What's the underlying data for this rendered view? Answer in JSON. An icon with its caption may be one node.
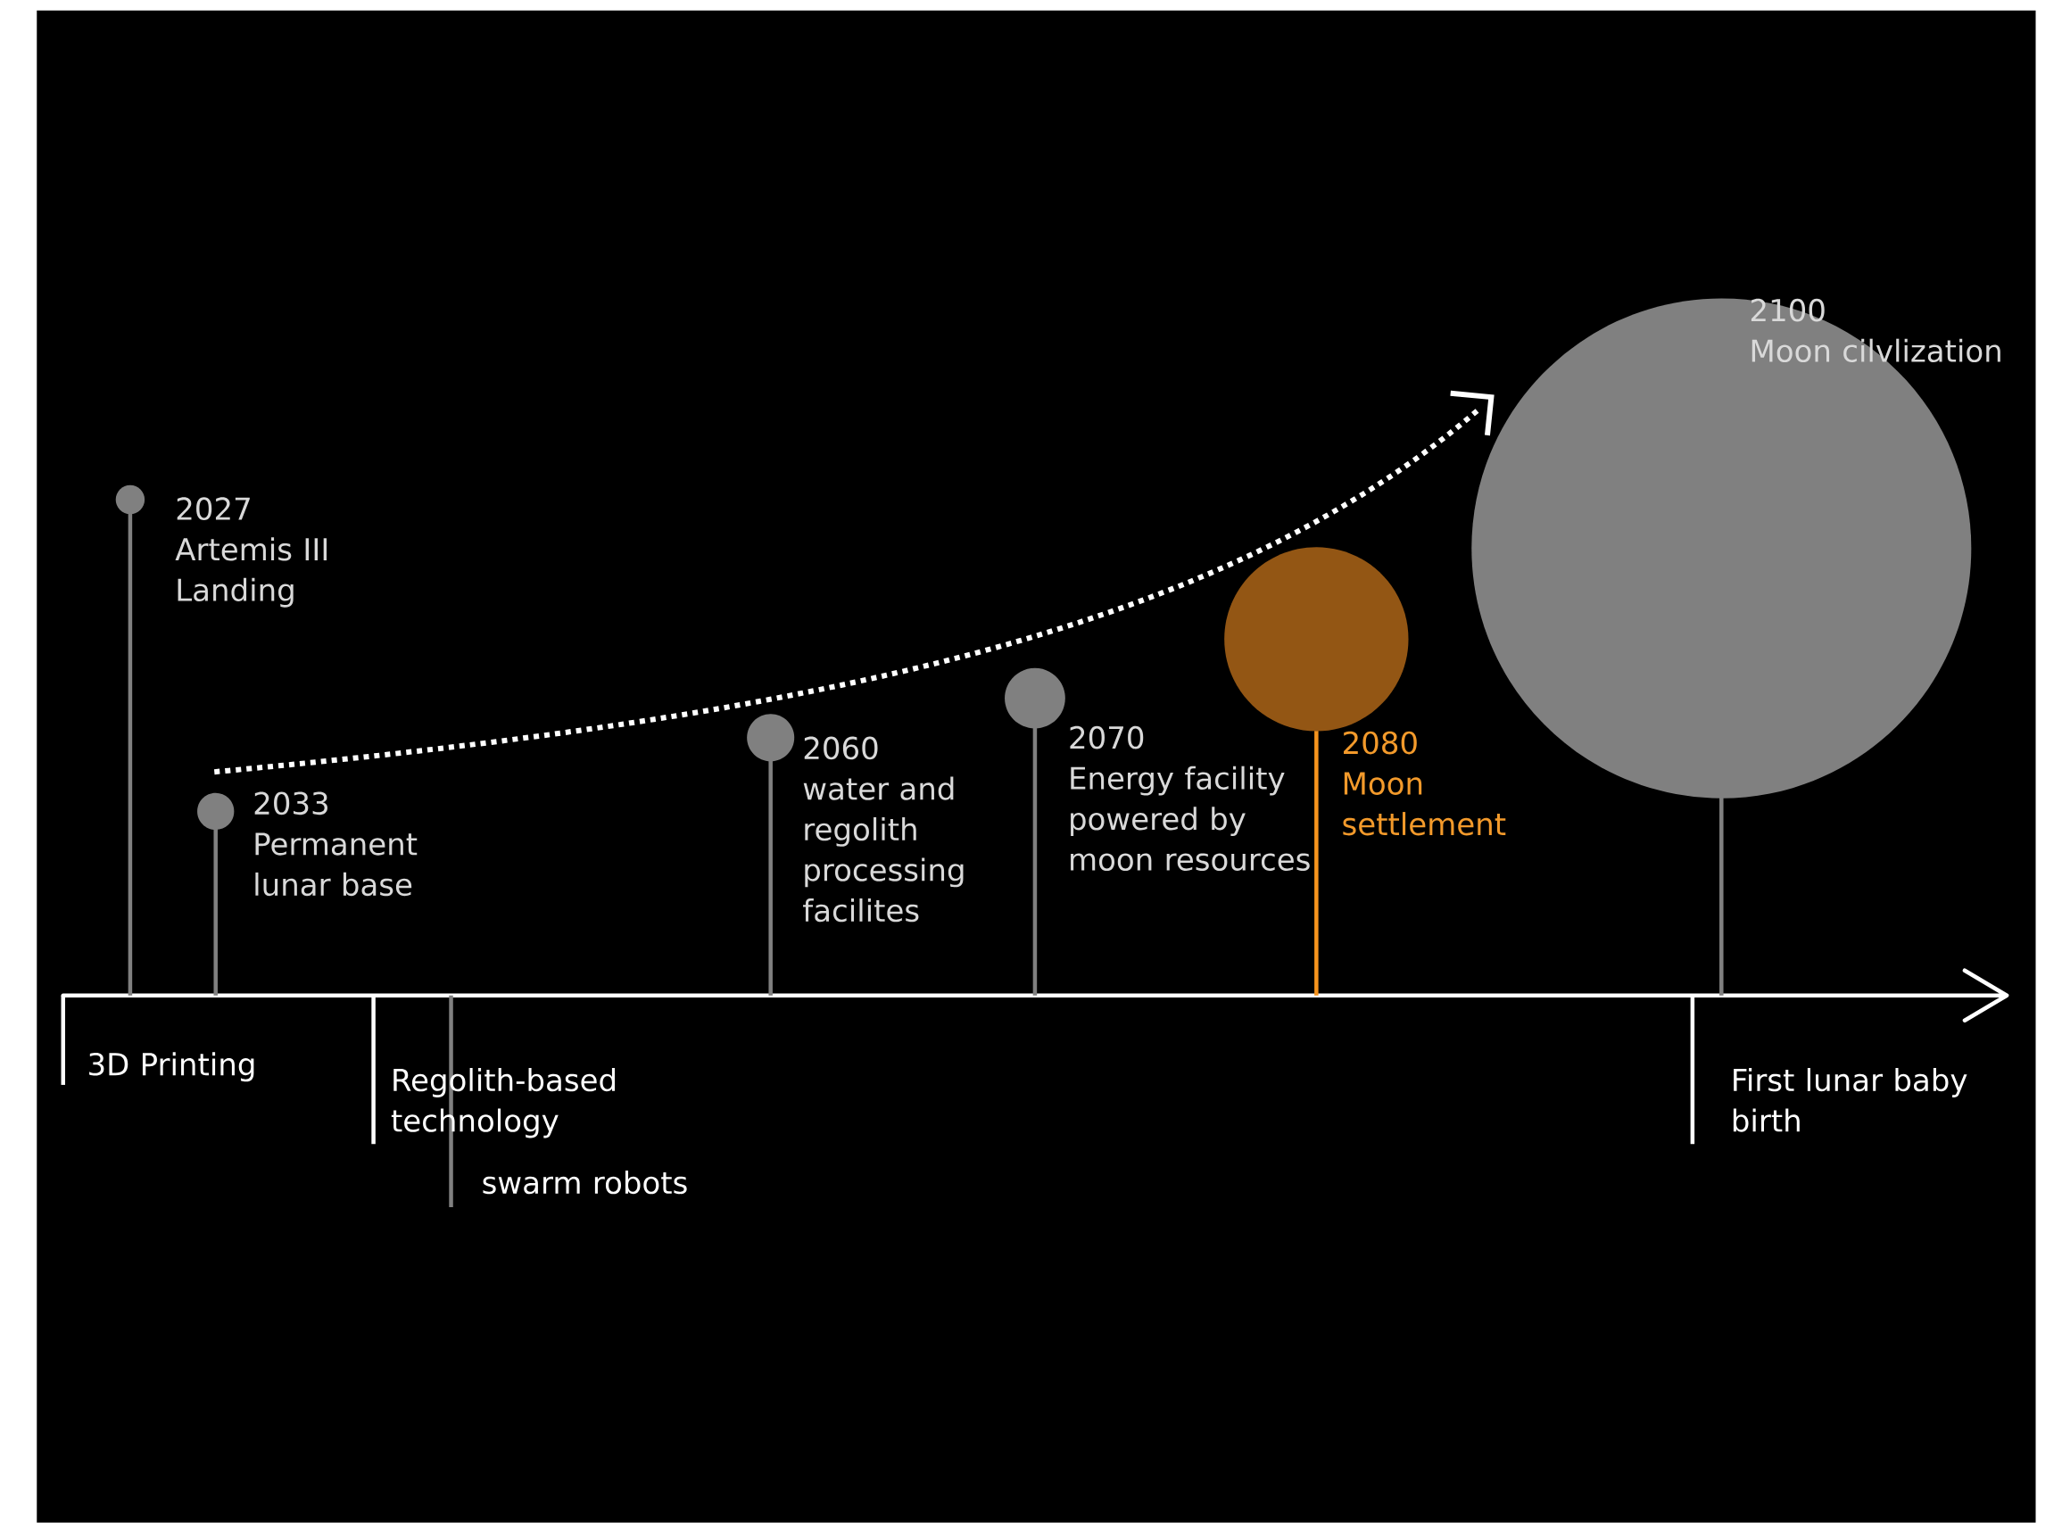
{
  "diagram": {
    "nodes": [
      {
        "text": [],
        "shape": "circle",
        "beside": [
          "2027",
          "Artemis III Landing"
        ]
      },
      {
        "text": [],
        "shape": "circle",
        "beside": [
          "2033",
          "Permanent lunar base"
        ]
      },
      {
        "text": [],
        "shape": "circle",
        "beside": [
          "2060",
          "water and regolith processing facilites"
        ]
      },
      {
        "text": [],
        "shape": "circle",
        "beside": [
          "2070",
          "Energy facility powered by moon resources"
        ]
      },
      {
        "text": [],
        "shape": "circle",
        "beside": [
          "2080",
          "Moon settlement"
        ]
      },
      {
        "text": [
          "2100",
          "Moon cilvlization"
        ]
      }
    ],
    "labels": [
      "3D Printing",
      "Regolith-based technology",
      "swarm robots",
      "First lunar baby birth"
    ]
  }
}
